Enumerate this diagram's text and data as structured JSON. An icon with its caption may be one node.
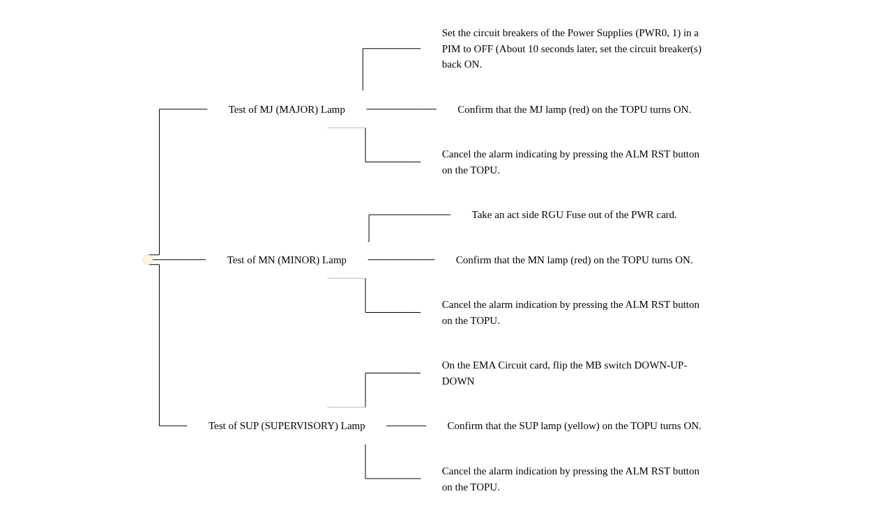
{
  "diagram": {
    "nodes": [
      {
        "text": [
          "Test of MJ (MAJOR) Lamp"
        ]
      },
      {
        "text": [
          "Set the circuit breakers of the Power Supplies (PWR0, 1) in a PIM to OFF (About 10 seconds later, set the circuit breaker(s) back ON."
        ]
      },
      {
        "text": [
          "Confirm that the MJ lamp (red) on the TOPU turns ON."
        ]
      },
      {
        "text": [
          "Cancel the alarm indicating by pressing the ALM RST button on the TOPU."
        ]
      },
      {
        "text": [
          "Test of MN (MINOR) Lamp"
        ]
      },
      {
        "text": [
          "Take an act side RGU Fuse out of the PWR card."
        ]
      },
      {
        "text": [
          "Confirm that the MN lamp (red) on the TOPU turns ON."
        ]
      },
      {
        "text": [
          "Cancel the alarm indication by pressing the ALM RST button on the TOPU."
        ]
      },
      {
        "text": [
          "Test of SUP (SUPERVISORY) Lamp"
        ]
      },
      {
        "text": [
          "On the EMA Circuit card, flip the MB switch DOWN-UP-DOWN"
        ]
      },
      {
        "text": [
          "Confirm that the SUP lamp (yellow) on the TOPU turns ON."
        ]
      },
      {
        "text": [
          "Cancel the alarm indication by pressing the ALM RST button on the TOPU."
        ]
      }
    ],
    "edges": [
      {
        "from": null,
        "to": 0,
        "arrow": "none"
      },
      {
        "from": 0,
        "to": 1,
        "arrow": "none"
      },
      {
        "from": 0,
        "to": 2,
        "arrow": "none"
      },
      {
        "from": 0,
        "to": 3,
        "arrow": "none"
      },
      {
        "from": null,
        "to": 4,
        "arrow": "none"
      },
      {
        "from": 4,
        "to": 5,
        "arrow": "none"
      },
      {
        "from": 4,
        "to": 6,
        "arrow": "none"
      },
      {
        "from": 4,
        "to": 7,
        "arrow": "none"
      },
      {
        "from": null,
        "to": 8,
        "arrow": "none"
      },
      {
        "from": 8,
        "to": 9,
        "arrow": "none"
      },
      {
        "from": 8,
        "to": 10,
        "arrow": "none"
      },
      {
        "from": 8,
        "to": 11,
        "arrow": "none"
      }
    ]
  }
}
